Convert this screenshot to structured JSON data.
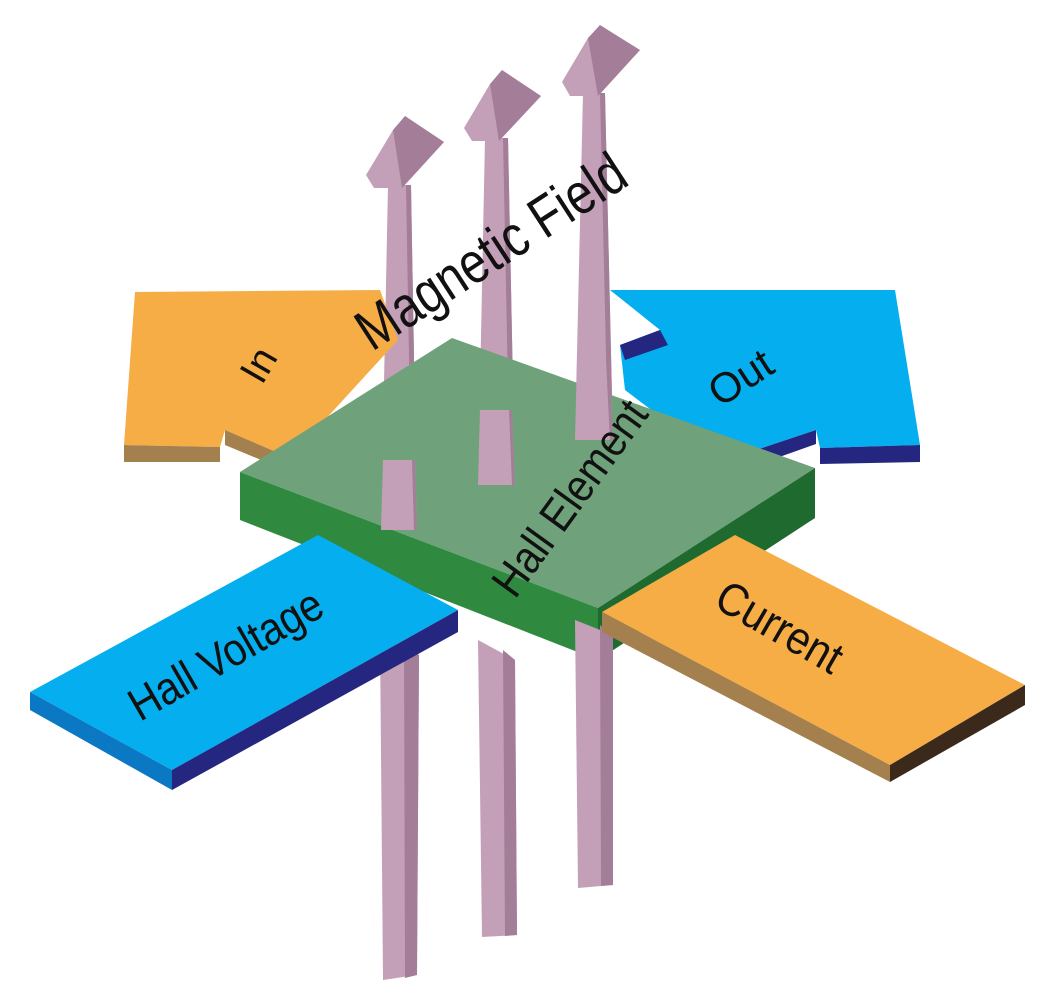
{
  "diagram": {
    "labels": {
      "magnetic_field": "Magnetic Field",
      "in": "In",
      "out": "Out",
      "hall_element": "Hall Element",
      "hall_voltage": "Hall Voltage",
      "current": "Current"
    },
    "colors": {
      "field_arrow_light": "#c4a0b8",
      "field_arrow_dark": "#a47d98",
      "element_top": "#6fa27a",
      "element_side_left": "#2f8a40",
      "element_side_right": "#1f6a2e",
      "orange_top": "#f6ad45",
      "orange_side": "#a5804f",
      "blue_top": "#05aeef",
      "blue_side": "#24267f",
      "blue_edge": "#0b78c4"
    },
    "icons": [
      "arrow-up-icon",
      "arrow-up-icon",
      "arrow-up-icon"
    ]
  }
}
